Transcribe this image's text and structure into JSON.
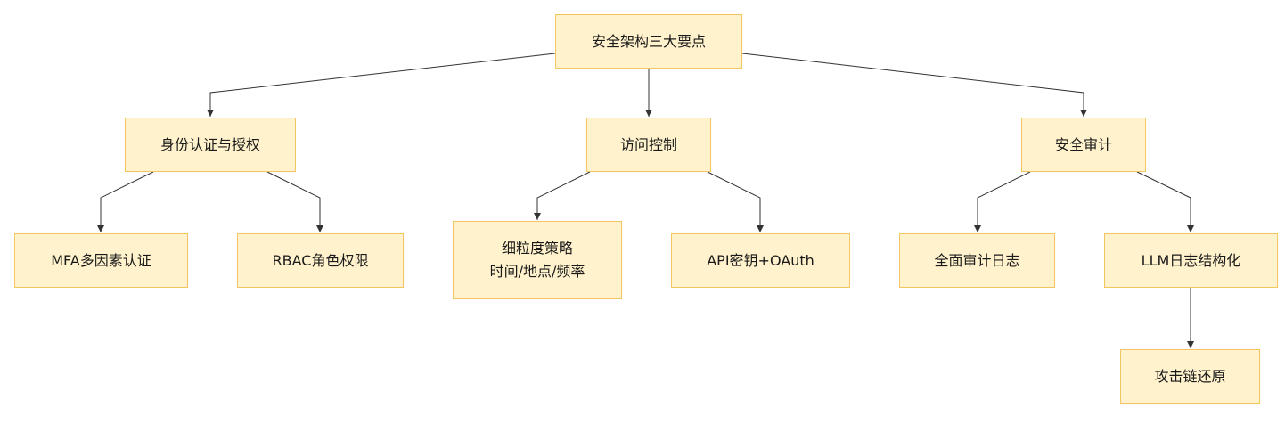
{
  "diagram": {
    "type": "tree",
    "nodes": [
      {
        "id": "root",
        "label": "安全架构三大要点"
      },
      {
        "id": "auth",
        "label": "身份认证与授权"
      },
      {
        "id": "acc",
        "label": "访问控制"
      },
      {
        "id": "audit",
        "label": "安全审计"
      },
      {
        "id": "mfa",
        "label": "MFA多因素认证"
      },
      {
        "id": "rbac",
        "label": "RBAC角色权限"
      },
      {
        "id": "fine",
        "label": "细粒度策略\n时间/地点/频率"
      },
      {
        "id": "api",
        "label": "API密钥+OAuth"
      },
      {
        "id": "full",
        "label": "全面审计日志"
      },
      {
        "id": "llm",
        "label": "LLM日志结构化"
      },
      {
        "id": "chain",
        "label": "攻击链还原"
      }
    ],
    "edges": [
      {
        "from": "root",
        "to": "auth"
      },
      {
        "from": "root",
        "to": "acc"
      },
      {
        "from": "root",
        "to": "audit"
      },
      {
        "from": "auth",
        "to": "mfa"
      },
      {
        "from": "auth",
        "to": "rbac"
      },
      {
        "from": "acc",
        "to": "fine"
      },
      {
        "from": "acc",
        "to": "api"
      },
      {
        "from": "audit",
        "to": "full"
      },
      {
        "from": "audit",
        "to": "llm"
      },
      {
        "from": "llm",
        "to": "chain"
      }
    ],
    "colors": {
      "node_fill": "#fff2cc",
      "node_border": "#f3c660",
      "edge": "#333333",
      "text": "#1a1a1a"
    }
  }
}
